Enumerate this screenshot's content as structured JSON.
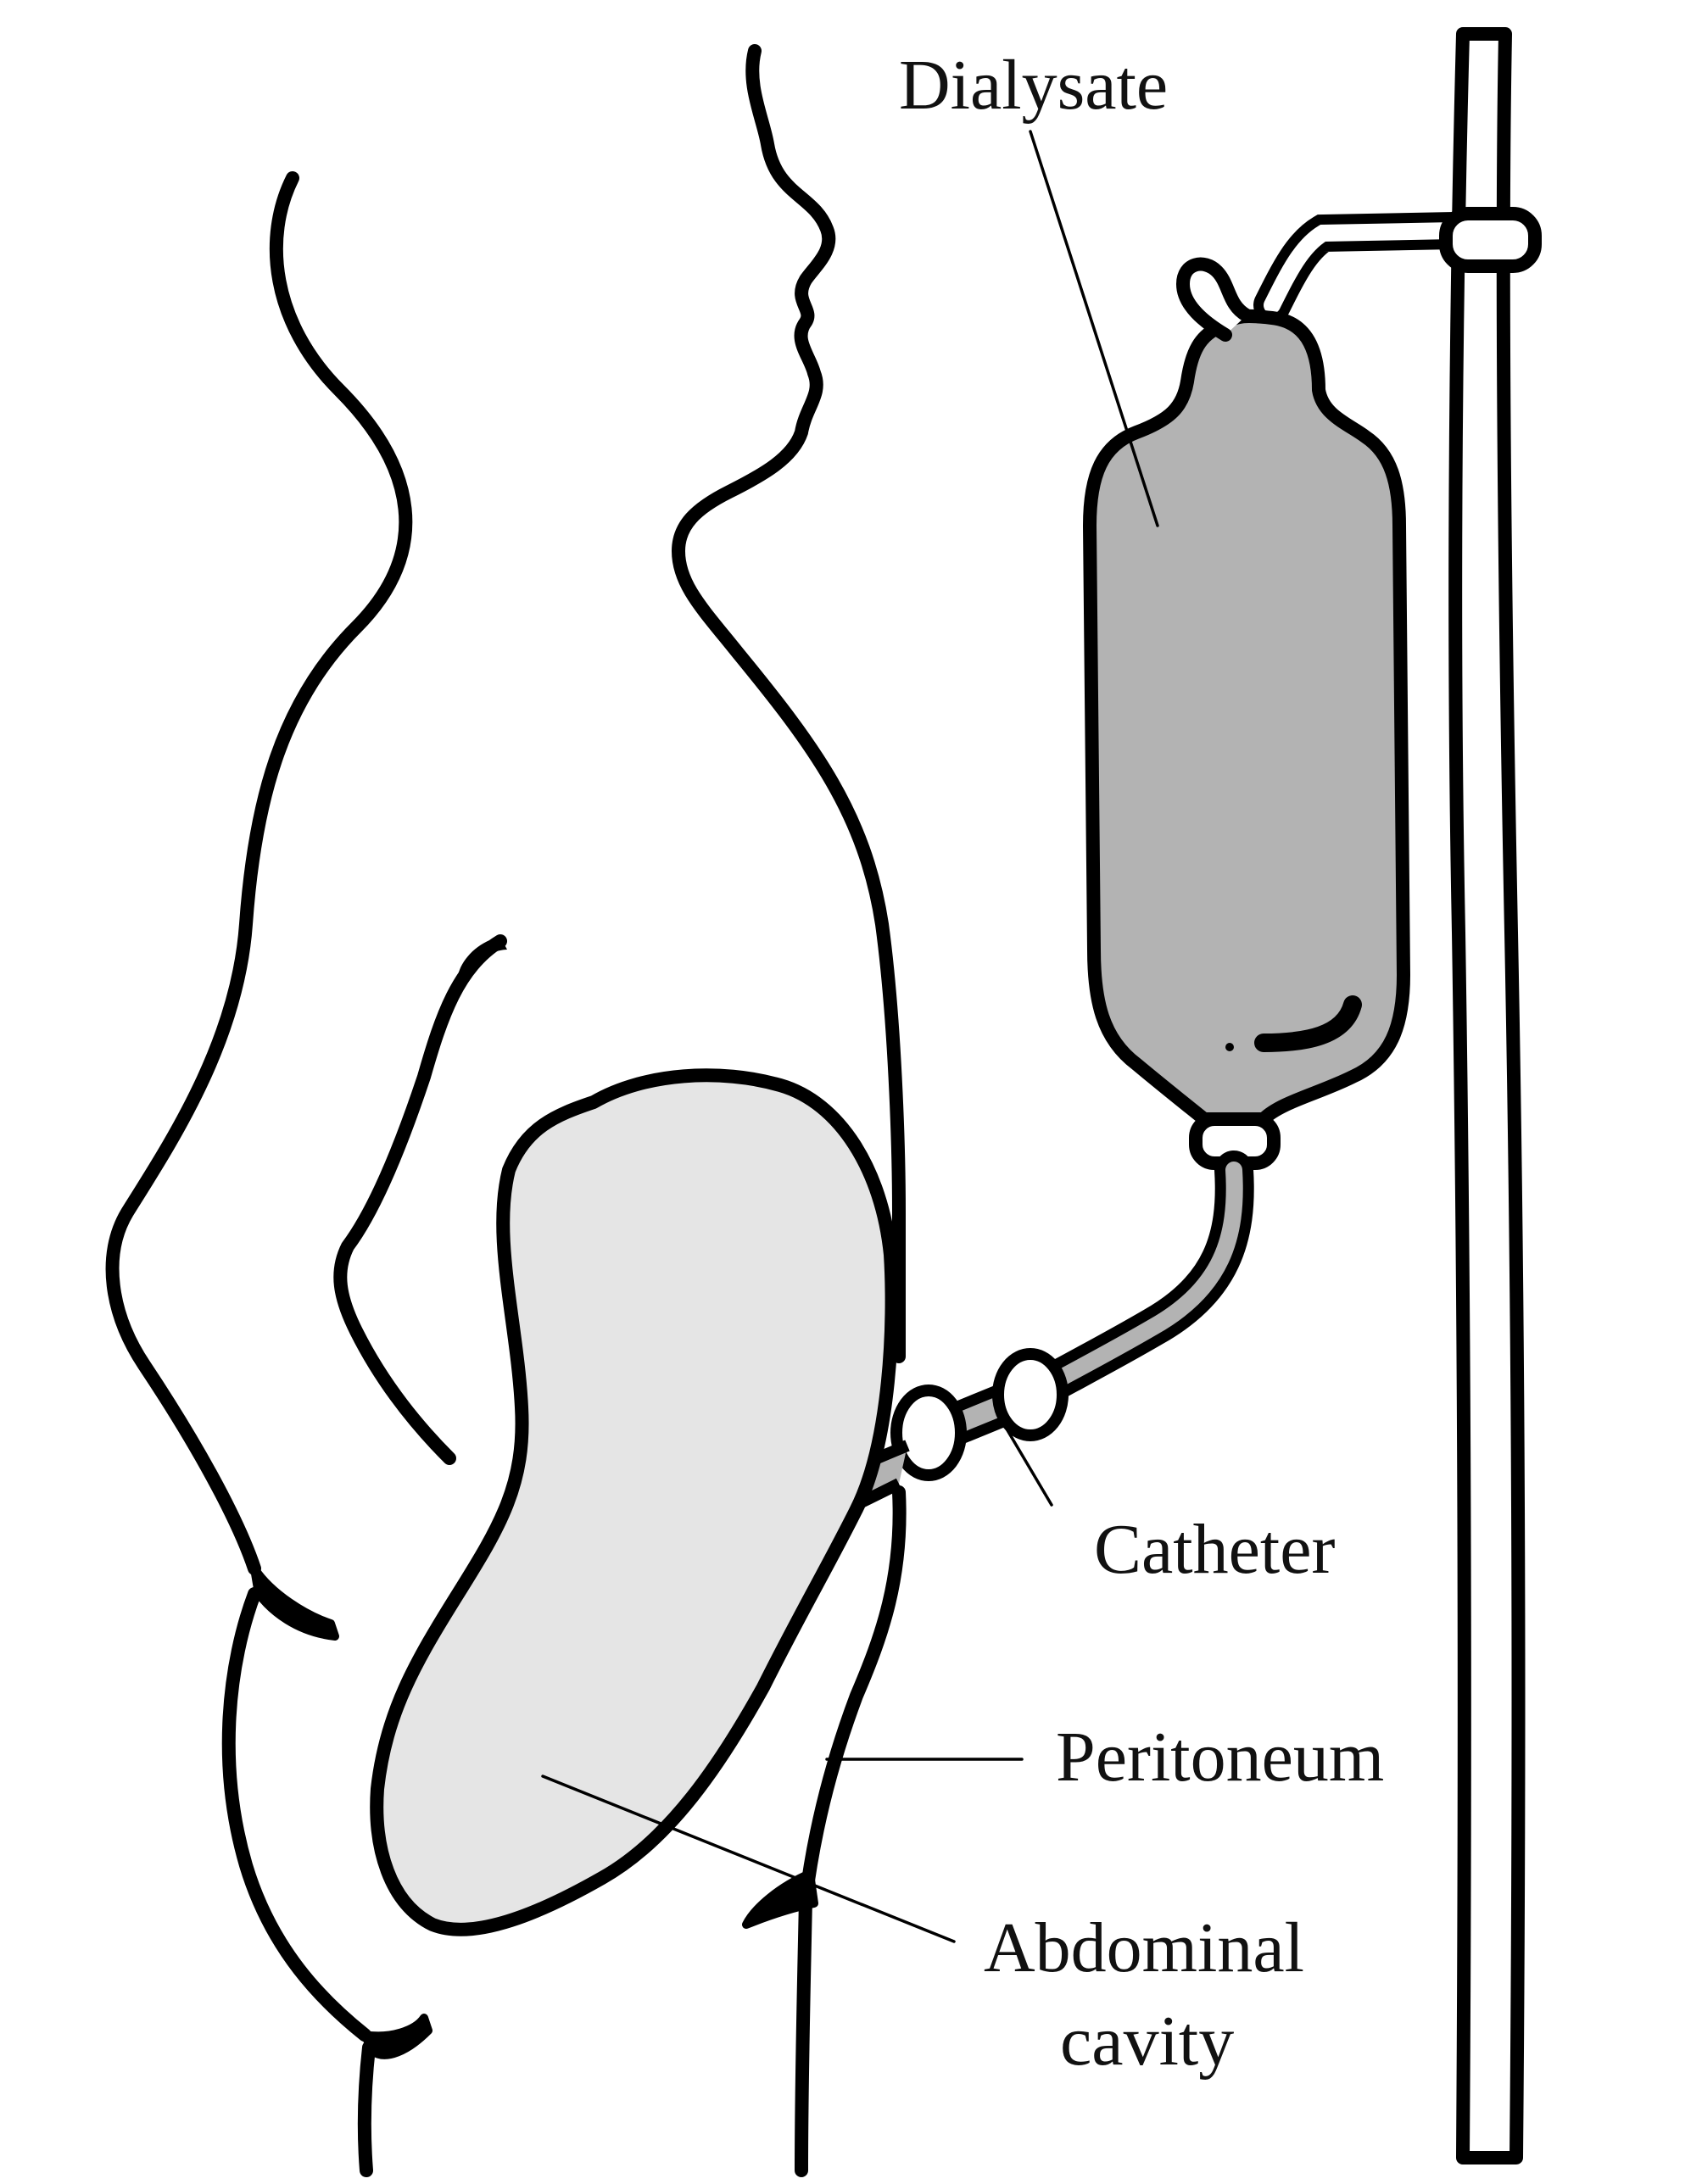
{
  "labels": {
    "dialysate": "Dialysate",
    "catheter": "Catheter",
    "peritoneum": "Peritoneum",
    "abdominal_line1": "Abdominal",
    "abdominal_line2": "cavity"
  },
  "colors": {
    "outline": "#000000",
    "bag_fill": "#b3b3b3",
    "cavity_fill": "#e5e5e5",
    "tube_fill": "#b3b3b3",
    "background": "#ffffff"
  }
}
